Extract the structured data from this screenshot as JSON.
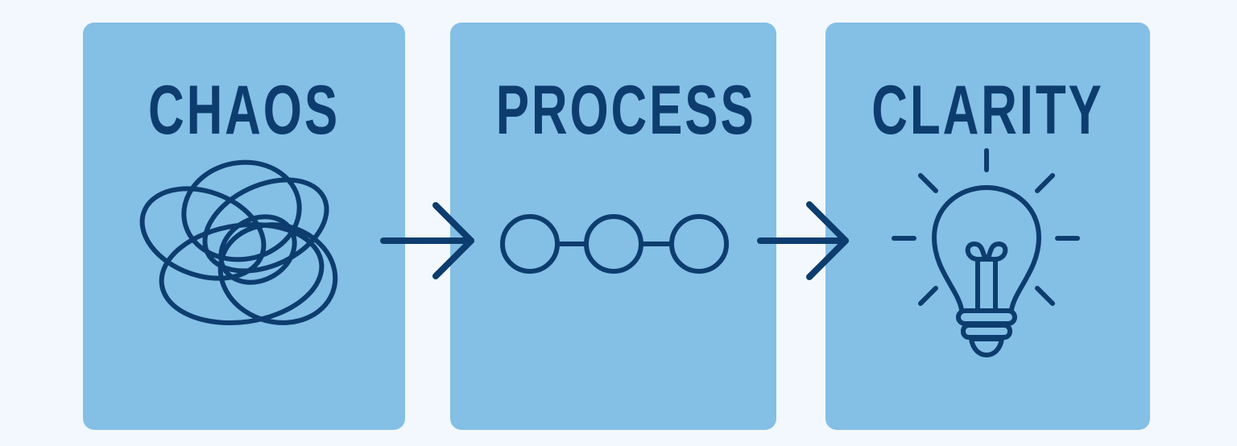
{
  "diagram": {
    "type": "three-step-flow",
    "steps": [
      {
        "label": "CHAOS",
        "icon": "tangled-loops-icon"
      },
      {
        "label": "PROCESS",
        "icon": "connected-circles-icon"
      },
      {
        "label": "CLARITY",
        "icon": "lightbulb-icon"
      }
    ],
    "connectors": [
      {
        "from": "CHAOS",
        "to": "PROCESS",
        "icon": "arrow-right-icon"
      },
      {
        "from": "PROCESS",
        "to": "CLARITY",
        "icon": "arrow-right-icon"
      }
    ]
  },
  "colors": {
    "background": "#f2f8fd",
    "card": "#84bfe6",
    "ink": "#0d3d6e"
  }
}
